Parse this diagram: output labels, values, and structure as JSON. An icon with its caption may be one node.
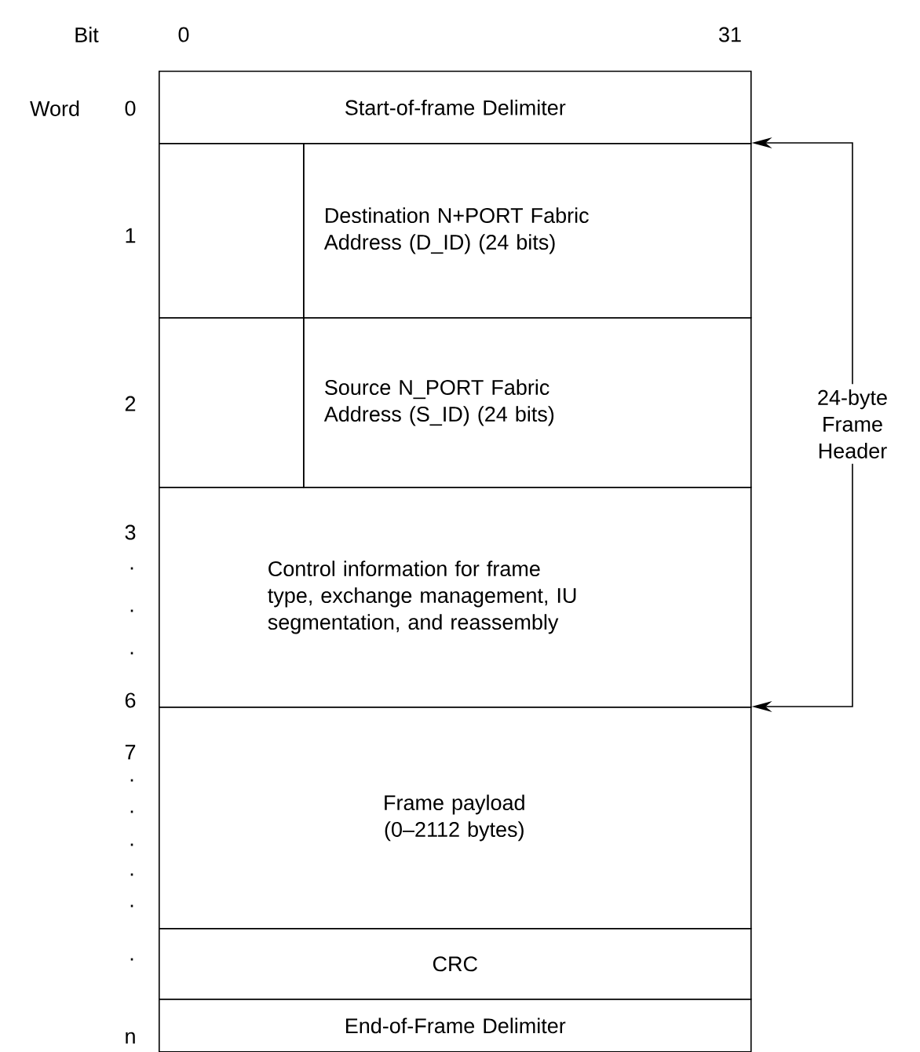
{
  "diagram": {
    "nodes": [
      {
        "text": [
          "Start-of-frame Delimiter"
        ]
      },
      {
        "text": [],
        "shape": "box"
      },
      {
        "text": [
          "Destination N+PORT Fabric Address (D_ID) (24 bits)"
        ]
      },
      {
        "text": [],
        "shape": "box"
      },
      {
        "text": [
          "Source N_PORT Fabric Address (S_ID) (24 bits)"
        ]
      },
      {
        "text": [
          "Control information for frame type, exchange management, IU segmentation, and reassembly"
        ]
      },
      {
        "text": [
          "Frame payload (0–2112 bytes)"
        ]
      },
      {
        "text": [
          "CRC"
        ]
      },
      {
        "text": [
          "End-of-Frame Delimiter"
        ]
      },
      {
        "text": [
          "24-byte Frame Header"
        ]
      }
    ],
    "edges": [
      {
        "from": 9,
        "to": 2,
        "arrow": "to"
      },
      {
        "from": 9,
        "to": 6,
        "arrow": "to"
      }
    ],
    "labels": [
      "Bit",
      "0",
      "31",
      "Word",
      "0",
      "1",
      "2",
      "3",
      ".",
      ".",
      ".",
      "6",
      "7",
      ".",
      ".",
      ".",
      ".",
      ".",
      ".",
      "n"
    ]
  }
}
